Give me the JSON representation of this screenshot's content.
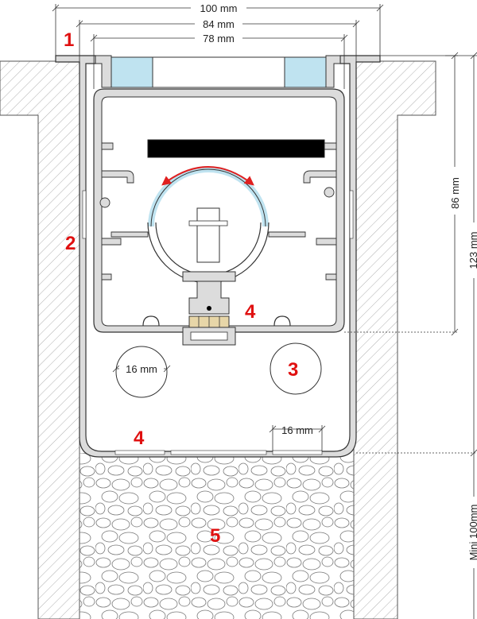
{
  "dimensions": {
    "width_outer": "100 mm",
    "width_mid": "84 mm",
    "width_inner": "78 mm",
    "height_profile": "86 mm",
    "height_total": "123 mm",
    "depth_gravel": "Mini 100mm",
    "hole_diameter": "16 mm",
    "drain_gap": "16 mm"
  },
  "callouts": [
    "1",
    "2",
    "3",
    "4",
    "4",
    "5"
  ],
  "colors": {
    "outline": "#333333",
    "aluminium": "#dcdcdc",
    "glass": "#bfe3f0",
    "arrow": "#e02020",
    "callout": "#e01010",
    "hatch": "#999999"
  }
}
